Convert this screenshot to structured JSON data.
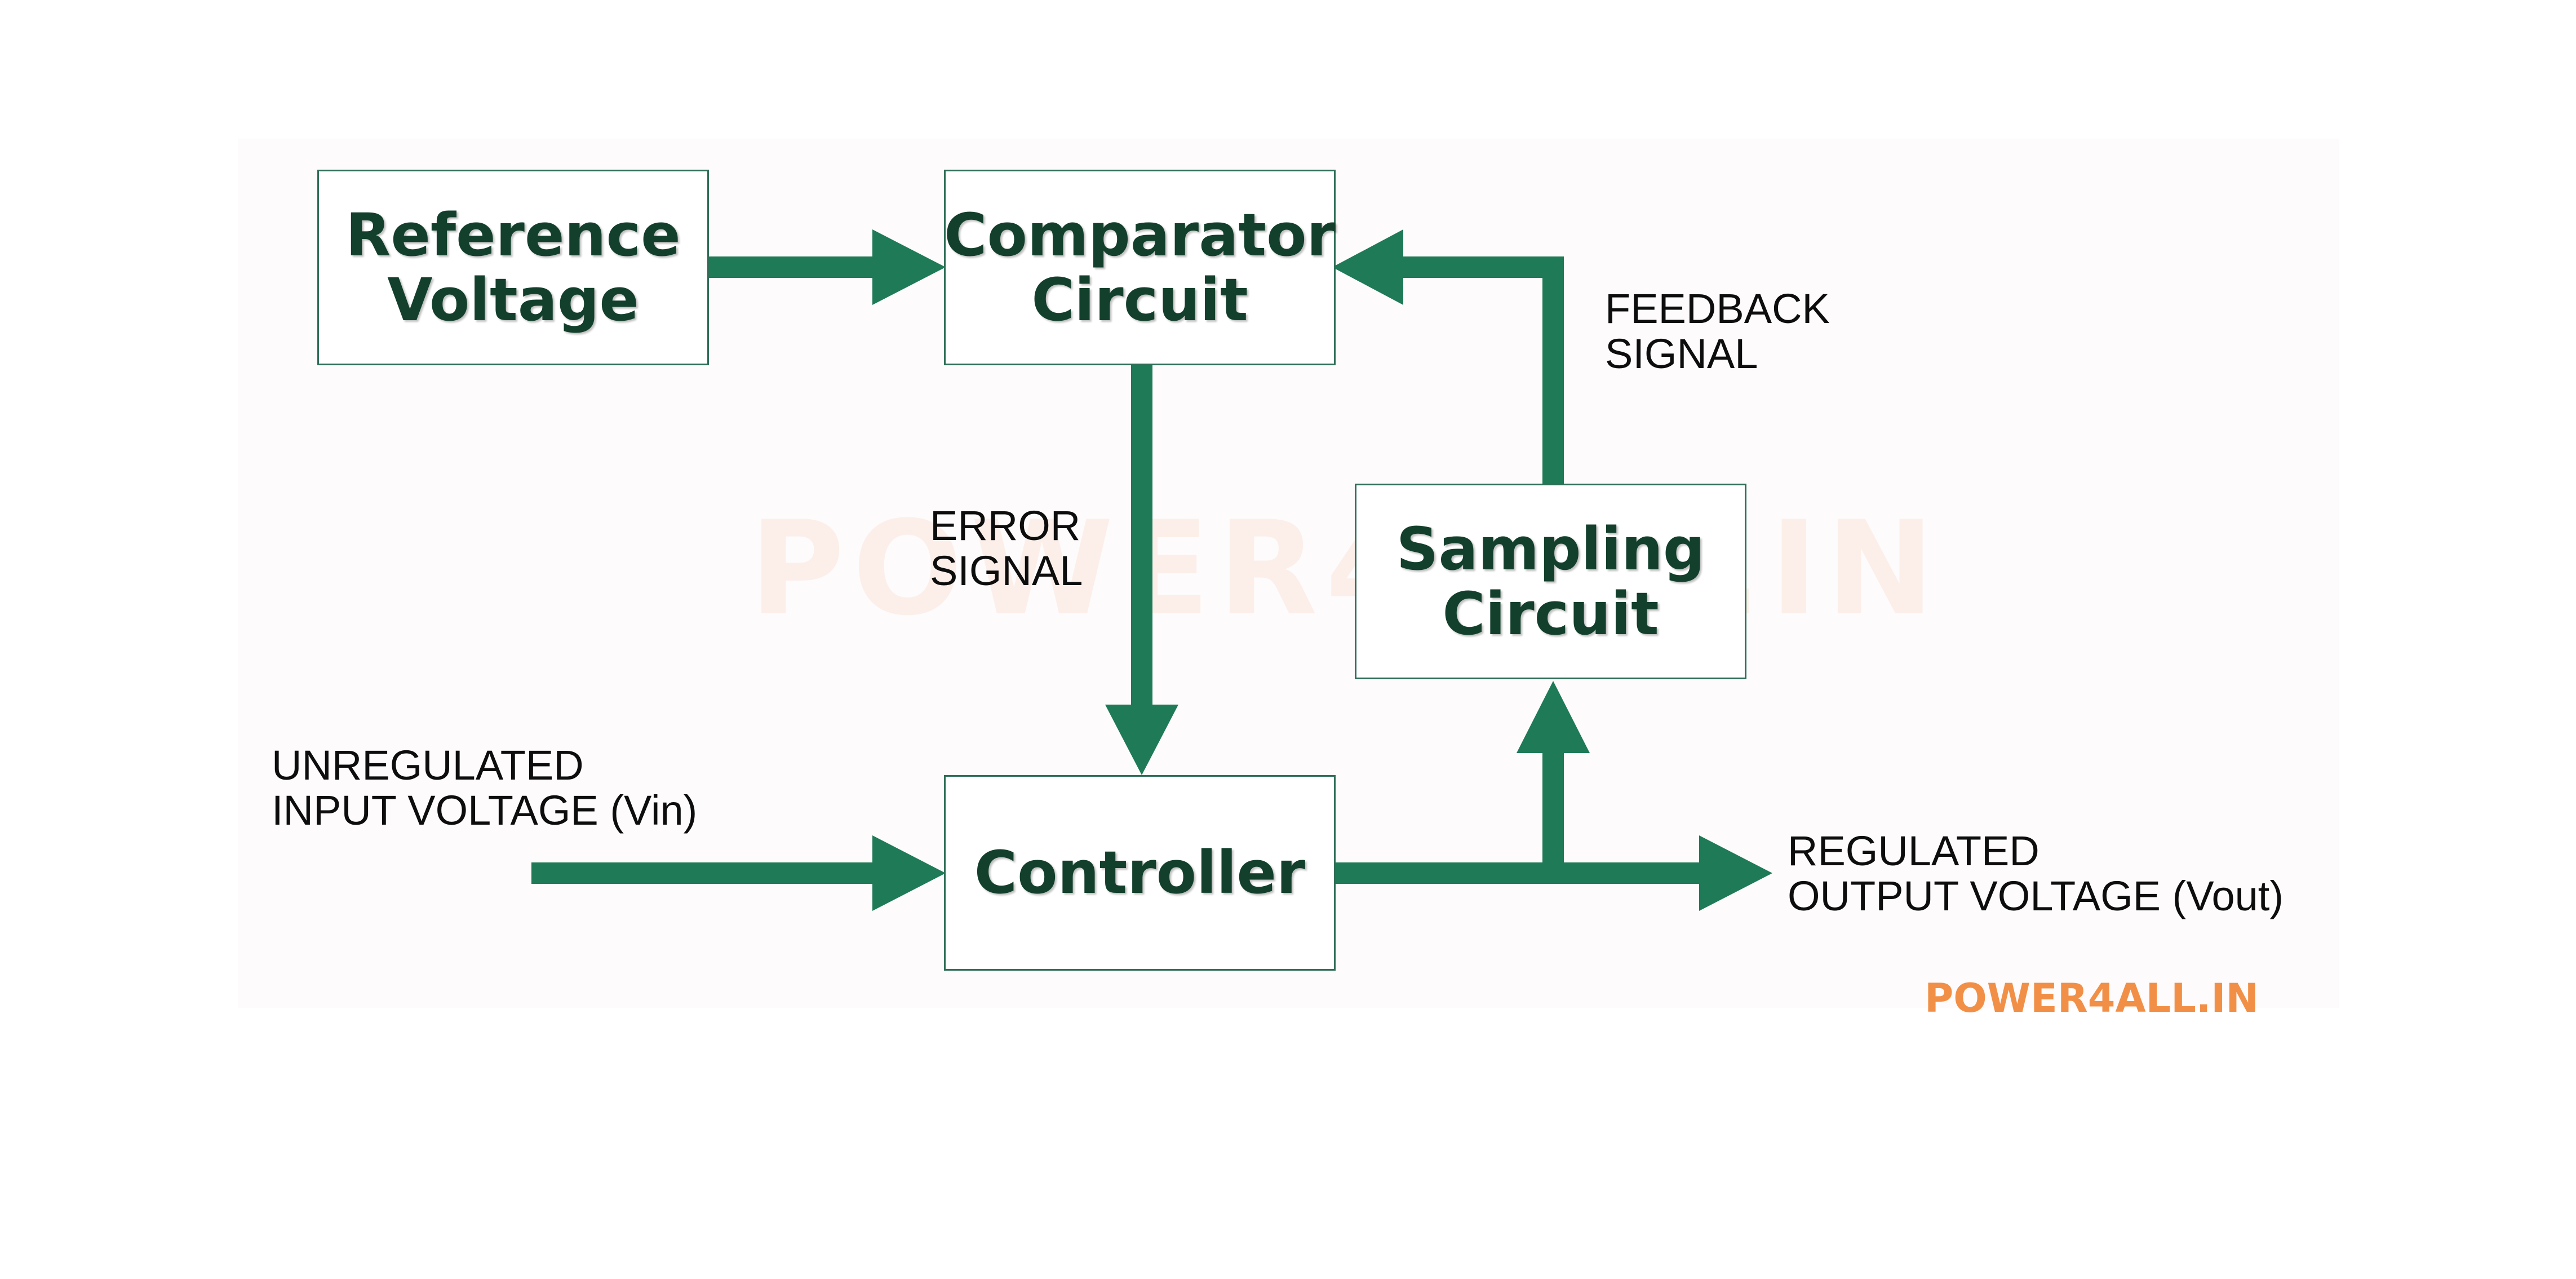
{
  "blocks": {
    "reference": {
      "line1": "Reference",
      "line2": "Voltage"
    },
    "comparator": {
      "line1": "Comparator",
      "line2": "Circuit"
    },
    "sampling": {
      "line1": "Sampling",
      "line2": "Circuit"
    },
    "controller": {
      "line1": "Controller"
    }
  },
  "signals": {
    "feedback": {
      "line1": "FEEDBACK",
      "line2": "SIGNAL"
    },
    "error": {
      "line1": "ERROR",
      "line2": "SIGNAL"
    },
    "input": {
      "line1": "UNREGULATED",
      "line2": "INPUT VOLTAGE (Vin)"
    },
    "output": {
      "line1": "REGULATED",
      "line2": "OUTPUT VOLTAGE (Vout)"
    }
  },
  "watermark": {
    "center_text": "POWER4ALL.IN",
    "corner_text": "POWER4ALL.IN"
  },
  "colors": {
    "arrow": "#1e7a57",
    "box_border": "#2e6e57",
    "block_text": "#13402c",
    "watermark": "#f28f47"
  }
}
